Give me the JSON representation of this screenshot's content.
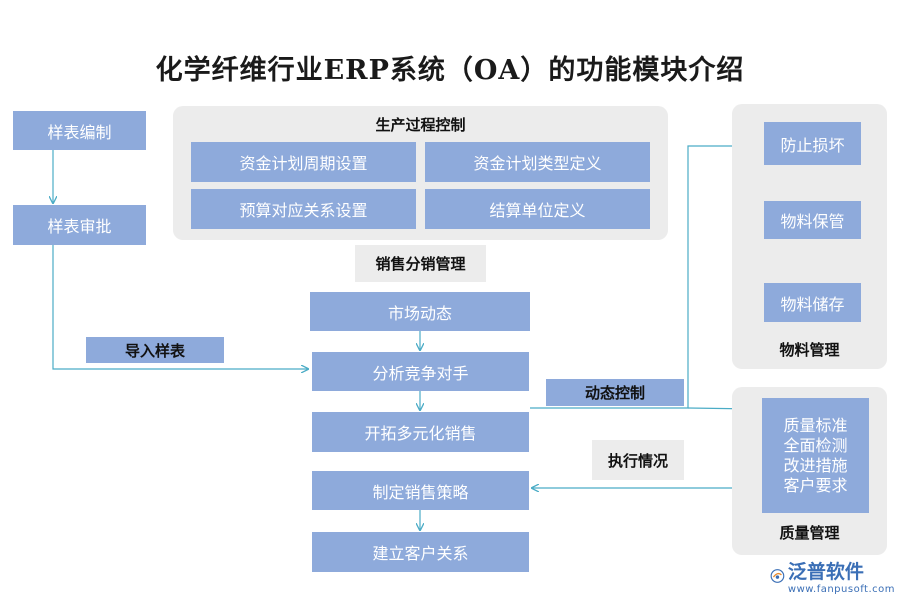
{
  "title": "化学纤维行业ERP系统（OA）的功能模块介绍",
  "left": {
    "sample_edit": "样表编制",
    "sample_approve": "样表审批",
    "import_label": "导入样表"
  },
  "production": {
    "label": "生产过程控制",
    "items": [
      "资金计划周期设置",
      "资金计划类型定义",
      "预算对应关系设置",
      "结算单位定义"
    ]
  },
  "sales": {
    "label": "销售分销管理",
    "steps": [
      "市场动态",
      "分析竞争对手",
      "开拓多元化销售",
      "制定销售策略",
      "建立客户关系"
    ]
  },
  "dynamic_control": "动态控制",
  "execution_status": "执行情况",
  "material": {
    "label": "物料管理",
    "steps": [
      "防止损坏",
      "物料保管",
      "物料储存"
    ]
  },
  "quality": {
    "label": "质量管理",
    "lines": [
      "质量标准",
      "全面检测",
      "改进措施",
      "客户要求"
    ]
  },
  "logo": {
    "name": "泛普软件",
    "url": "www.fanpusoft.com"
  },
  "colors": {
    "box": "#8eaadb",
    "panel": "#ececec",
    "arrow": "#4bacc6"
  }
}
